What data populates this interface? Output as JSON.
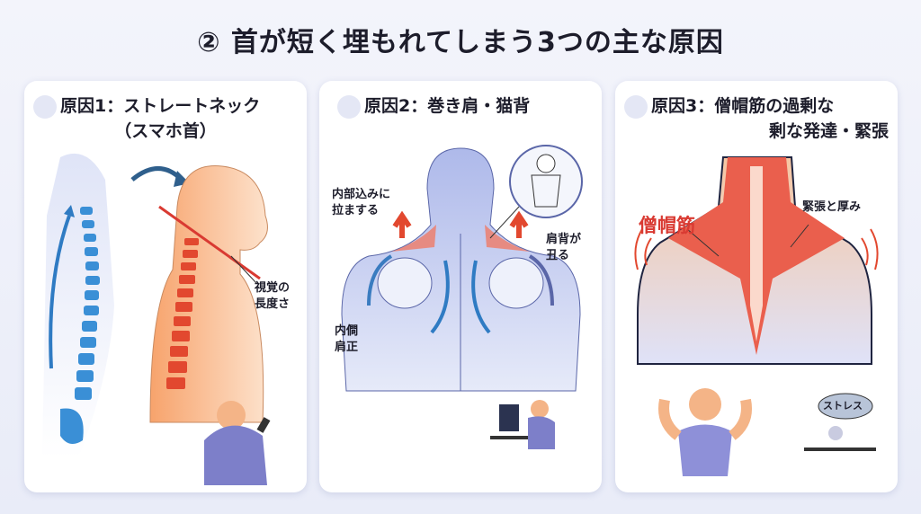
{
  "title": "② 首が短く埋もれてしまう3つの主な原因",
  "cards": [
    {
      "title_line1": "原因1：ストレートネック",
      "title_line2": "（スマホ首）",
      "icon": "phone-user-icon",
      "labels": {
        "visual_length": "視覚の\n長度さ"
      }
    },
    {
      "title_line1": "原因2：巻き肩・猫背",
      "icon": "hunched-user-icon",
      "labels": {
        "inner_pull": "内部込みに\n拉まする",
        "shoulder_up": "肩背が\n丑る",
        "inner_shoulder": "内僴\n肩正"
      }
    },
    {
      "title_line1": "原因3：僧帽筋の過剰な",
      "title_line2": "剰な発達・緊張",
      "icon": "tense-user-icon",
      "labels": {
        "trapezius": "僧帽筋",
        "tension": "緊張と厚み",
        "stress": "ストレス"
      }
    }
  ],
  "colors": {
    "accent_red": "#d93a32",
    "spine_blue": "#3a8fd6",
    "body_blue": "#b9c3ec",
    "skin": "#f4b487"
  }
}
